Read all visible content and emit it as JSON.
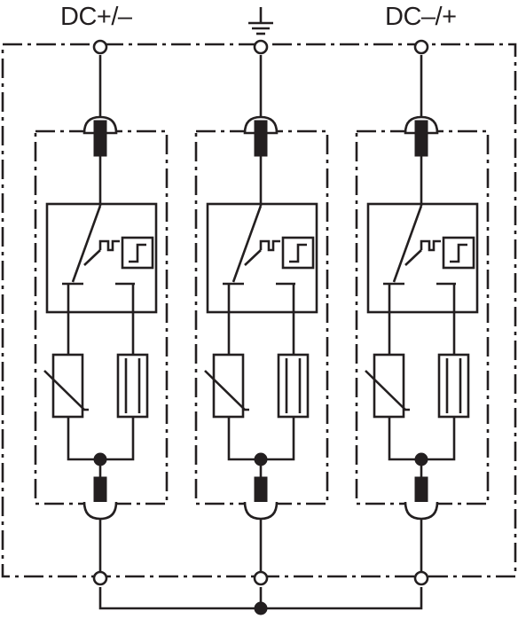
{
  "terminals": {
    "left_label": "DC+/–",
    "middle_symbol": "earth-ground",
    "right_label": "DC–/+"
  },
  "colors": {
    "line": "#231f20",
    "background": "#ffffff"
  },
  "modules": [
    {
      "name": "module-left"
    },
    {
      "name": "module-middle"
    },
    {
      "name": "module-right"
    }
  ]
}
